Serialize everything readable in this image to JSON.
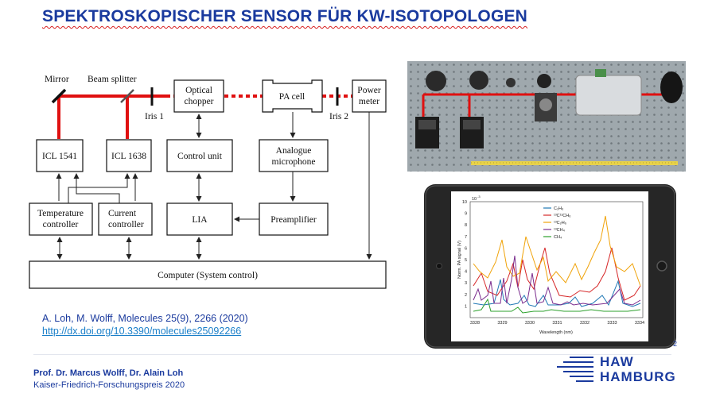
{
  "slide": {
    "title": "SPEKTROSKOPISCHER SENSOR FÜR KW-ISOTOPOLOGEN",
    "page_number": "2"
  },
  "diagram": {
    "mirror": "Mirror",
    "beam_splitter": "Beam splitter",
    "iris1": "Iris 1",
    "iris2": "Iris 2",
    "optical_chopper": [
      "Optical",
      "chopper"
    ],
    "pa_cell": "PA cell",
    "power_meter": [
      "Power",
      "meter"
    ],
    "icl1": "ICL 1541",
    "icl2": "ICL 1638",
    "control_unit": "Control unit",
    "analogue_microphone": [
      "Analogue",
      "microphone"
    ],
    "temperature_controller": [
      "Temperature",
      "controller"
    ],
    "current_controller": [
      "Current",
      "controller"
    ],
    "lia": "LIA",
    "preamplifier": "Preamplifier",
    "computer": "Computer (System control)"
  },
  "reference": {
    "citation": "A. Loh, M. Wolff, Molecules 25(9), 2266 (2020)",
    "doi": "http://dx.doi.org/10.3390/molecules25092266"
  },
  "footer": {
    "authors": "Prof. Dr. Marcus Wolff, Dr. Alain Loh",
    "event": "Kaiser-Friedrich-Forschungspreis 2020"
  },
  "logo": {
    "line1": "HAW",
    "line2": "HAMBURG"
  },
  "plot": {
    "y_multiplier": "10",
    "y_multiplier_exp": "-3",
    "ylabel": "Norm. PA signal (V)",
    "xlabel": "Wavelength (nm)",
    "y_ticks": [
      "10",
      "9",
      "8",
      "7",
      "6",
      "5",
      "4",
      "3",
      "2",
      "1"
    ],
    "x_ticks": [
      "3328",
      "3329",
      "3330",
      "3331",
      "3332",
      "3333",
      "3334"
    ],
    "legend": [
      {
        "label": "C₂H₆",
        "color": "#1f77b4"
      },
      {
        "label": "¹³C¹²CH₆",
        "color": "#d62728"
      },
      {
        "label": "¹³C₂H₆",
        "color": "#f0a30a"
      },
      {
        "label": "¹³CH₄",
        "color": "#7b2d8e"
      },
      {
        "label": "CH₄",
        "color": "#2ca02c"
      }
    ]
  },
  "colors": {
    "laser": "#e01010",
    "brand": "#1a3a9e"
  }
}
